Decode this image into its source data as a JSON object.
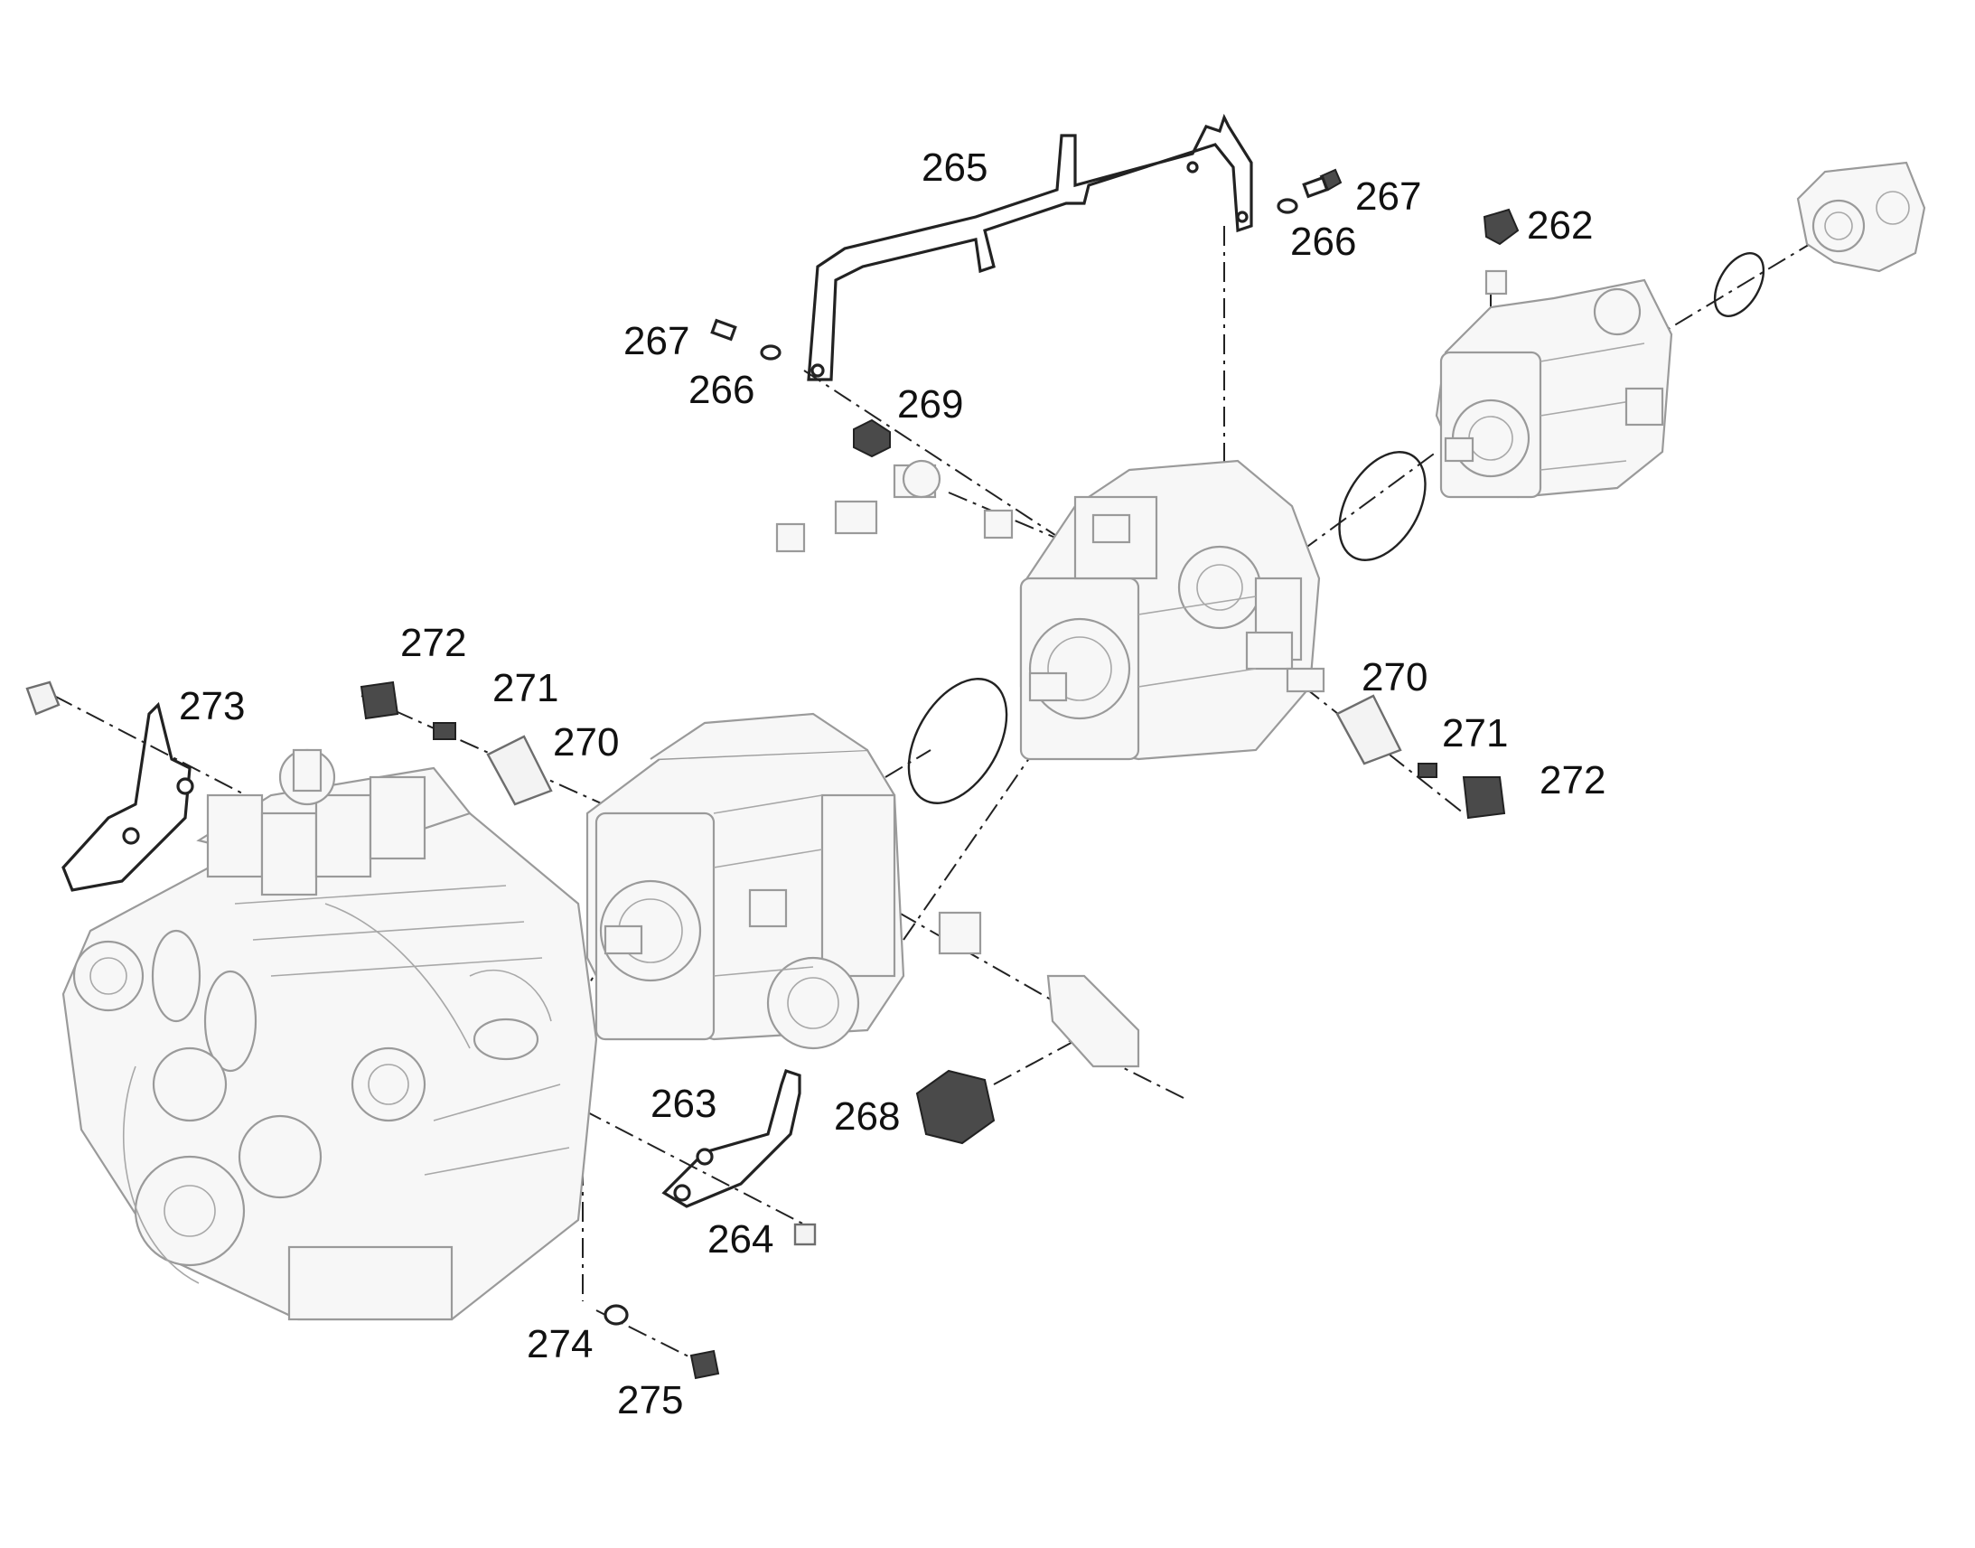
{
  "callouts": {
    "c262": "262",
    "c263": "263",
    "c264": "264",
    "c265": "265",
    "c266a": "266",
    "c266b": "266",
    "c267a": "267",
    "c267b": "267",
    "c268": "268",
    "c269": "269",
    "c270a": "270",
    "c270b": "270",
    "c271a": "271",
    "c271b": "271",
    "c272a": "272",
    "c272b": "272",
    "c273": "273",
    "c274": "274",
    "c275": "275"
  }
}
